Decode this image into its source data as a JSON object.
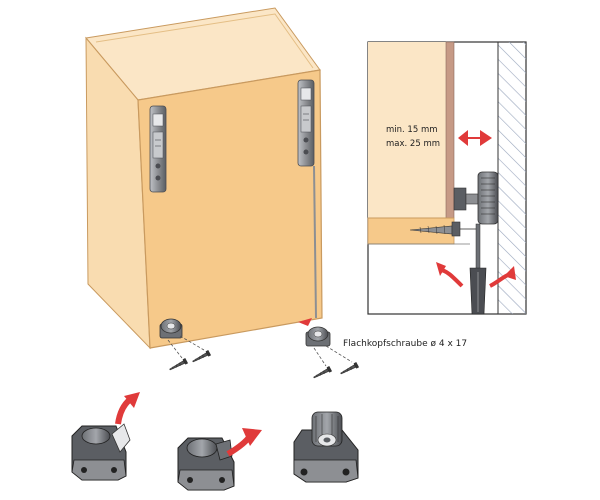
{
  "detail": {
    "gap_min": "min. 15 mm",
    "gap_max": "max. 25 mm"
  },
  "screw_label": "Flachkopfschraube ø 4 x 17",
  "colors": {
    "wood_front": "#f6c98a",
    "wood_side": "#f9dcb0",
    "wood_top": "#fbe6c6",
    "edge": "#c99a5f",
    "metal": "#8d8f93",
    "metal_dark": "#4b4d52",
    "arrow_red": "#e03a3a",
    "wall_hatch": "#9aa6bd",
    "line": "#333333"
  },
  "icons": [
    "rotate-arrow-icon",
    "double-arrow-icon",
    "screwdriver-icon",
    "screw-icon"
  ]
}
